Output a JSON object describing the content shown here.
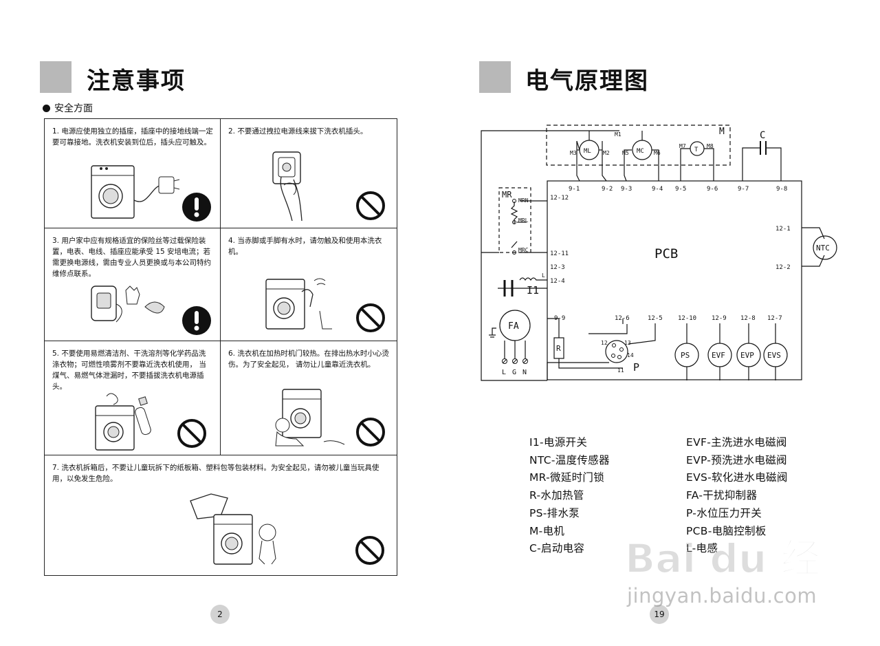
{
  "left_page": {
    "title": "注意事项",
    "subheading": "安全方面",
    "page_number": "2",
    "notes": [
      {
        "text": "1. 电源应使用独立的插座，插座中的接地线端一定要可靠接地。洗衣机安装到位后，插头应可触及。",
        "symbol": "mandatory-icon"
      },
      {
        "text": "2. 不要通过拽拉电源线来拔下洗衣机插头。",
        "symbol": "prohibition-icon"
      },
      {
        "text": "3. 用户家中应有规格适宜的保险丝等过载保险装置，电表、电线、插座应能承受 15 安培电流；若需更换电源线，需由专业人员更换或与本公司特约维修点联系。",
        "symbol": "mandatory-icon"
      },
      {
        "text": "4. 当赤脚或手脚有水时，请勿触及和使用本洗衣机。",
        "symbol": "prohibition-icon"
      },
      {
        "text": "5. 不要使用易燃清洁剂、干洗溶剂等化学药品洗 涤衣物；可燃性喷雾剂不要靠近洗衣机使用， 当煤气、易燃气体泄漏时，不要插拔洗衣机电源插头。",
        "symbol": "prohibition-icon"
      },
      {
        "text": "6. 洗衣机在加热时机门较热。在排出热水时小心烫伤。为了安全起见， 请勿让儿童靠近洗衣机。",
        "symbol": "prohibition-icon"
      },
      {
        "text": "7. 洗衣机拆箱后，不要让儿童玩拆下的纸板箱、塑料包等包装材料。为安全起见，请勿被儿童当玩具使用，以免发生危险。",
        "symbol": "prohibition-icon"
      }
    ]
  },
  "right_page": {
    "title": "电气原理图",
    "page_number": "19",
    "schematic": {
      "board": "PCB",
      "motor_group": "M",
      "capacitor": "C",
      "lock": "MR",
      "components": [
        "ML",
        "MC",
        "T",
        "NTC",
        "FA",
        "R",
        "P",
        "PS",
        "EVF",
        "EVP",
        "EVS",
        "I1",
        "L"
      ],
      "lock_pins": [
        "MRN",
        "MRL",
        "MRC"
      ],
      "motor_labels": [
        "M1",
        "M2",
        "M3",
        "M5",
        "M6",
        "M7",
        "M8"
      ],
      "top_pins": [
        "9-1",
        "9-2",
        "9-3",
        "9-4",
        "9-5",
        "9-6",
        "9-7",
        "9-8"
      ],
      "left_pins": [
        "12-12",
        "12-11",
        "12-3",
        "12-4"
      ],
      "right_pins": [
        "12-1",
        "12-2"
      ],
      "bottom_pins": [
        "9-9",
        "12-6",
        "12-5",
        "12-10",
        "12-9",
        "12-8",
        "12-7"
      ],
      "pressure_pins": [
        "12",
        "13",
        "14",
        "11"
      ],
      "terminals": [
        "L",
        "G",
        "N"
      ]
    },
    "legend_left": [
      "I1-电源开关",
      "NTC-温度传感器",
      "MR-微延时门锁",
      "R-水加热管",
      "PS-排水泵",
      "M-电机",
      "C-启动电容"
    ],
    "legend_right": [
      "EVF-主洗进水电磁阀",
      "EVP-预洗进水电磁阀",
      "EVS-软化进水电磁阀",
      "FA-干扰抑制器",
      "P-水位压力开关",
      "PCB-电脑控制板",
      "L-电感"
    ]
  },
  "watermark": {
    "brand": "Bai du 经验",
    "url": "jingyan.baidu.com"
  },
  "colors": {
    "section_square": "#b8b8b8",
    "page_circle": "#d2d2d2",
    "ink": "#111111"
  }
}
